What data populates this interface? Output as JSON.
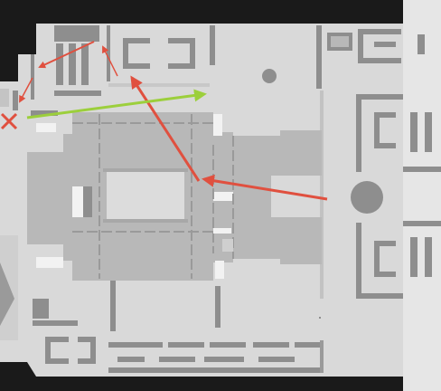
{
  "map": {
    "type": "floor-plan",
    "view": "top-down"
  },
  "colors": {
    "background": "#1a1a1a",
    "floor": "#d9d9d9",
    "sidePanel": "#e6e6e6",
    "wall": "#8e8e8e",
    "structure": "#b8b8b8",
    "highlight": "#f2f2f2",
    "routeRed": "#e0503f",
    "routeGreen": "#9ccf3c",
    "markerX": "#e0503f"
  },
  "markers": [
    {
      "name": "start-x-marker",
      "icon": "x-mark-icon"
    }
  ],
  "routes": [
    {
      "name": "route-arrow-main",
      "color": "routeRed"
    },
    {
      "name": "route-arrow-central",
      "color": "routeRed"
    },
    {
      "name": "route-arrow-top-left",
      "color": "routeRed"
    },
    {
      "name": "route-arrow-small-top",
      "color": "routeRed"
    },
    {
      "name": "route-arrow-down-left",
      "color": "routeRed"
    },
    {
      "name": "route-arrow-exit-green",
      "color": "routeGreen"
    }
  ]
}
